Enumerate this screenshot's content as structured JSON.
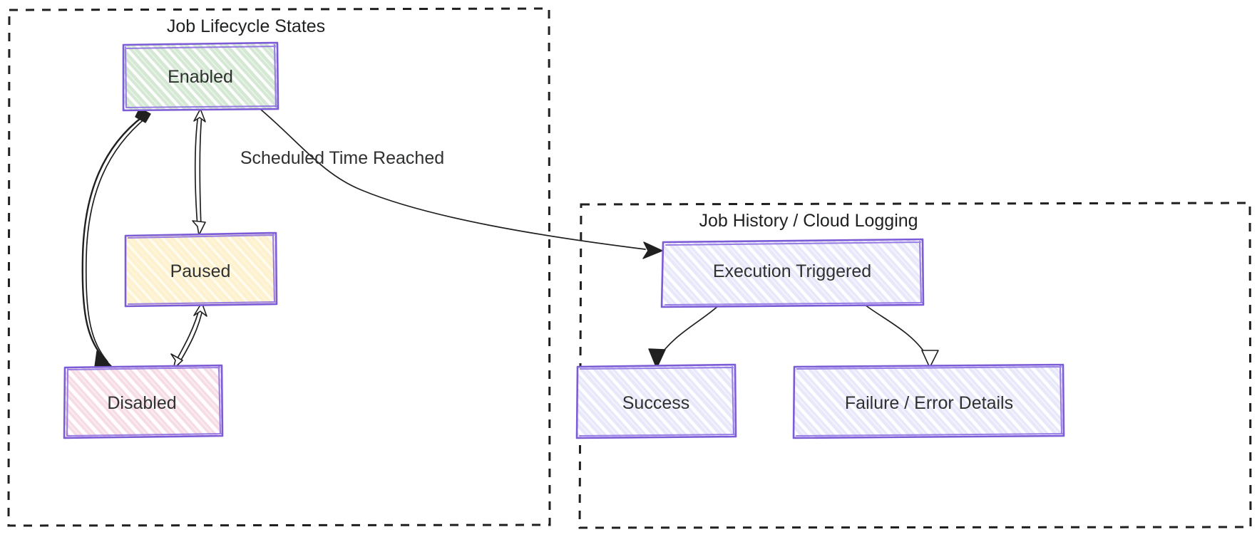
{
  "diagram": {
    "type": "flowchart",
    "background": "#ffffff",
    "palette": {
      "node_stroke": "#7c5cd6",
      "cluster_stroke": "#1f2020",
      "edge_stroke": "#202020",
      "text": "#2f3130",
      "enabled_fill": "#d5e8d4",
      "paused_fill": "#fdf1ce",
      "disabled_fill": "#f6dce4",
      "log_fill": "#e8e8fb"
    },
    "clusters": [
      {
        "id": "lifecycle",
        "title": "Job Lifecycle States"
      },
      {
        "id": "history",
        "title": "Job History / Cloud Logging"
      }
    ],
    "nodes": [
      {
        "id": "enabled",
        "label": "Enabled",
        "cluster": "lifecycle",
        "fill": "#d5e8d4"
      },
      {
        "id": "paused",
        "label": "Paused",
        "cluster": "lifecycle",
        "fill": "#fdf1ce"
      },
      {
        "id": "disabled",
        "label": "Disabled",
        "cluster": "lifecycle",
        "fill": "#f6dce4"
      },
      {
        "id": "triggered",
        "label": "Execution Triggered",
        "cluster": "history",
        "fill": "#e8e8fb"
      },
      {
        "id": "success",
        "label": "Success",
        "cluster": "history",
        "fill": "#e8e8fb"
      },
      {
        "id": "failure",
        "label": "Failure / Error Details",
        "cluster": "history",
        "fill": "#e8e8fb"
      }
    ],
    "edges": [
      {
        "from": "enabled",
        "to": "disabled",
        "label": "",
        "arrow": "solid"
      },
      {
        "from": "disabled",
        "to": "enabled",
        "label": "",
        "arrow": "solid"
      },
      {
        "from": "enabled",
        "to": "paused",
        "label": "",
        "arrow": "hollow"
      },
      {
        "from": "paused",
        "to": "enabled",
        "label": "",
        "arrow": "hollow"
      },
      {
        "from": "paused",
        "to": "disabled",
        "label": "",
        "arrow": "hollow"
      },
      {
        "from": "disabled",
        "to": "paused",
        "label": "",
        "arrow": "hollow"
      },
      {
        "from": "enabled",
        "to": "triggered",
        "label": "Scheduled Time Reached",
        "arrow": "solid"
      },
      {
        "from": "triggered",
        "to": "success",
        "label": "",
        "arrow": "solid"
      },
      {
        "from": "triggered",
        "to": "failure",
        "label": "",
        "arrow": "hollow"
      }
    ],
    "edge_labels": [
      {
        "id": "scheduled-time-reached",
        "text": "Scheduled Time Reached"
      }
    ]
  }
}
